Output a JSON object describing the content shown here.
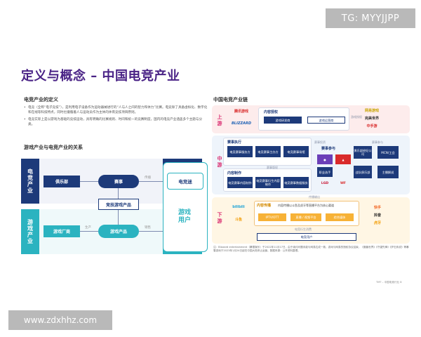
{
  "watermarks": {
    "top": "TG: MYYJJPP",
    "bottom": "www.zdxhhz.com"
  },
  "title": "定义与概念 – 中国电竞产业",
  "left": {
    "definition_heading": "电竞产业的定义",
    "definitions": [
      "电竞（全称“电子竞技”），是利用电子设备作为运动器械进行的“人与人之间的智力和体力”比赛。电竞除了具备虚拟化、数字化和在线等科技特点，同时也遵循着人与运动员作为主体的体育竞技项目原则。",
      "电竞实际上是以游戏为基础的竞技运动，具有明确的比赛规则、时间和统一的竞赛制度，国内的电竞产业涵盖多个主题与分类。"
    ],
    "relation_heading": "游戏产业与电竞产业的关系",
    "band_esports": "电竞产业",
    "band_games": "游戏产业",
    "club": "俱乐部",
    "event": "赛事",
    "competitive_game": "竞技游戏产品",
    "game_maker": "游戏厂商",
    "game_product": "游戏产品",
    "label_spread": "传播",
    "label_produce": "生产",
    "label_sell": "销售",
    "esports_fans": "电竞迷",
    "game_users": "游戏用户"
  },
  "right": {
    "heading": "中国电竞产业链",
    "upstream": "上游",
    "midstream": "中游",
    "downstream": "下游",
    "content_auth": "内容授权",
    "game_dev": "游戏研发商",
    "game_ops": "游戏运营商",
    "event_exec": "赛事执行",
    "event_exec_items": [
      "电竞赛事服务方",
      "电竞赛事主办方",
      "电竞赛事场馆"
    ],
    "event_participants": "赛事参与",
    "participant_items": [
      "俱乐部经纪公司",
      "战队俱乐部",
      "主播解说"
    ],
    "player": "职业选手",
    "mcn": "MCN/工会",
    "content_prod": "内容制作",
    "content_items": [
      "电竞赛事内容制作",
      "电竞赛事衍生内容制作",
      "电竞赛事数据服务"
    ],
    "content_spread": "内容传播",
    "spread_desc": "内容传播以斗鱼及虎牙等直播平台为核心渠道",
    "spread_items": [
      "IPTV/OTT",
      "直播 / 视频平台",
      "综合媒体"
    ],
    "derived": "电竞衍生消费",
    "esports_users": "电竞用户",
    "logos_left_up": [
      "腾讯游戏",
      "BLIZZARD"
    ],
    "logos_right_up": [
      "网易游戏",
      "完美世界",
      "中手游"
    ],
    "logos_down_left": [
      "bilibili",
      "斗鱼"
    ],
    "logos_down_right": [
      "快手",
      "抖音",
      "虎牙"
    ],
    "flow_labels": [
      "赛事版权",
      "赛事投资",
      "赛事参与",
      "传播输出",
      "游戏授权"
    ]
  },
  "footnote": "注：Blizzard entertainment（暴雪娱乐）于2022年11月17日，由于续约问题未能与网易达成一致，游戏与网易的授权协议结束，《魔兽世界》《守望先锋》《炉石传说》等暴雪游戏于2023年1月24日起在中国大陆停止运营。数据来源：公开资料整理。",
  "page_number": "TMT – 中国电竞行业  8"
}
